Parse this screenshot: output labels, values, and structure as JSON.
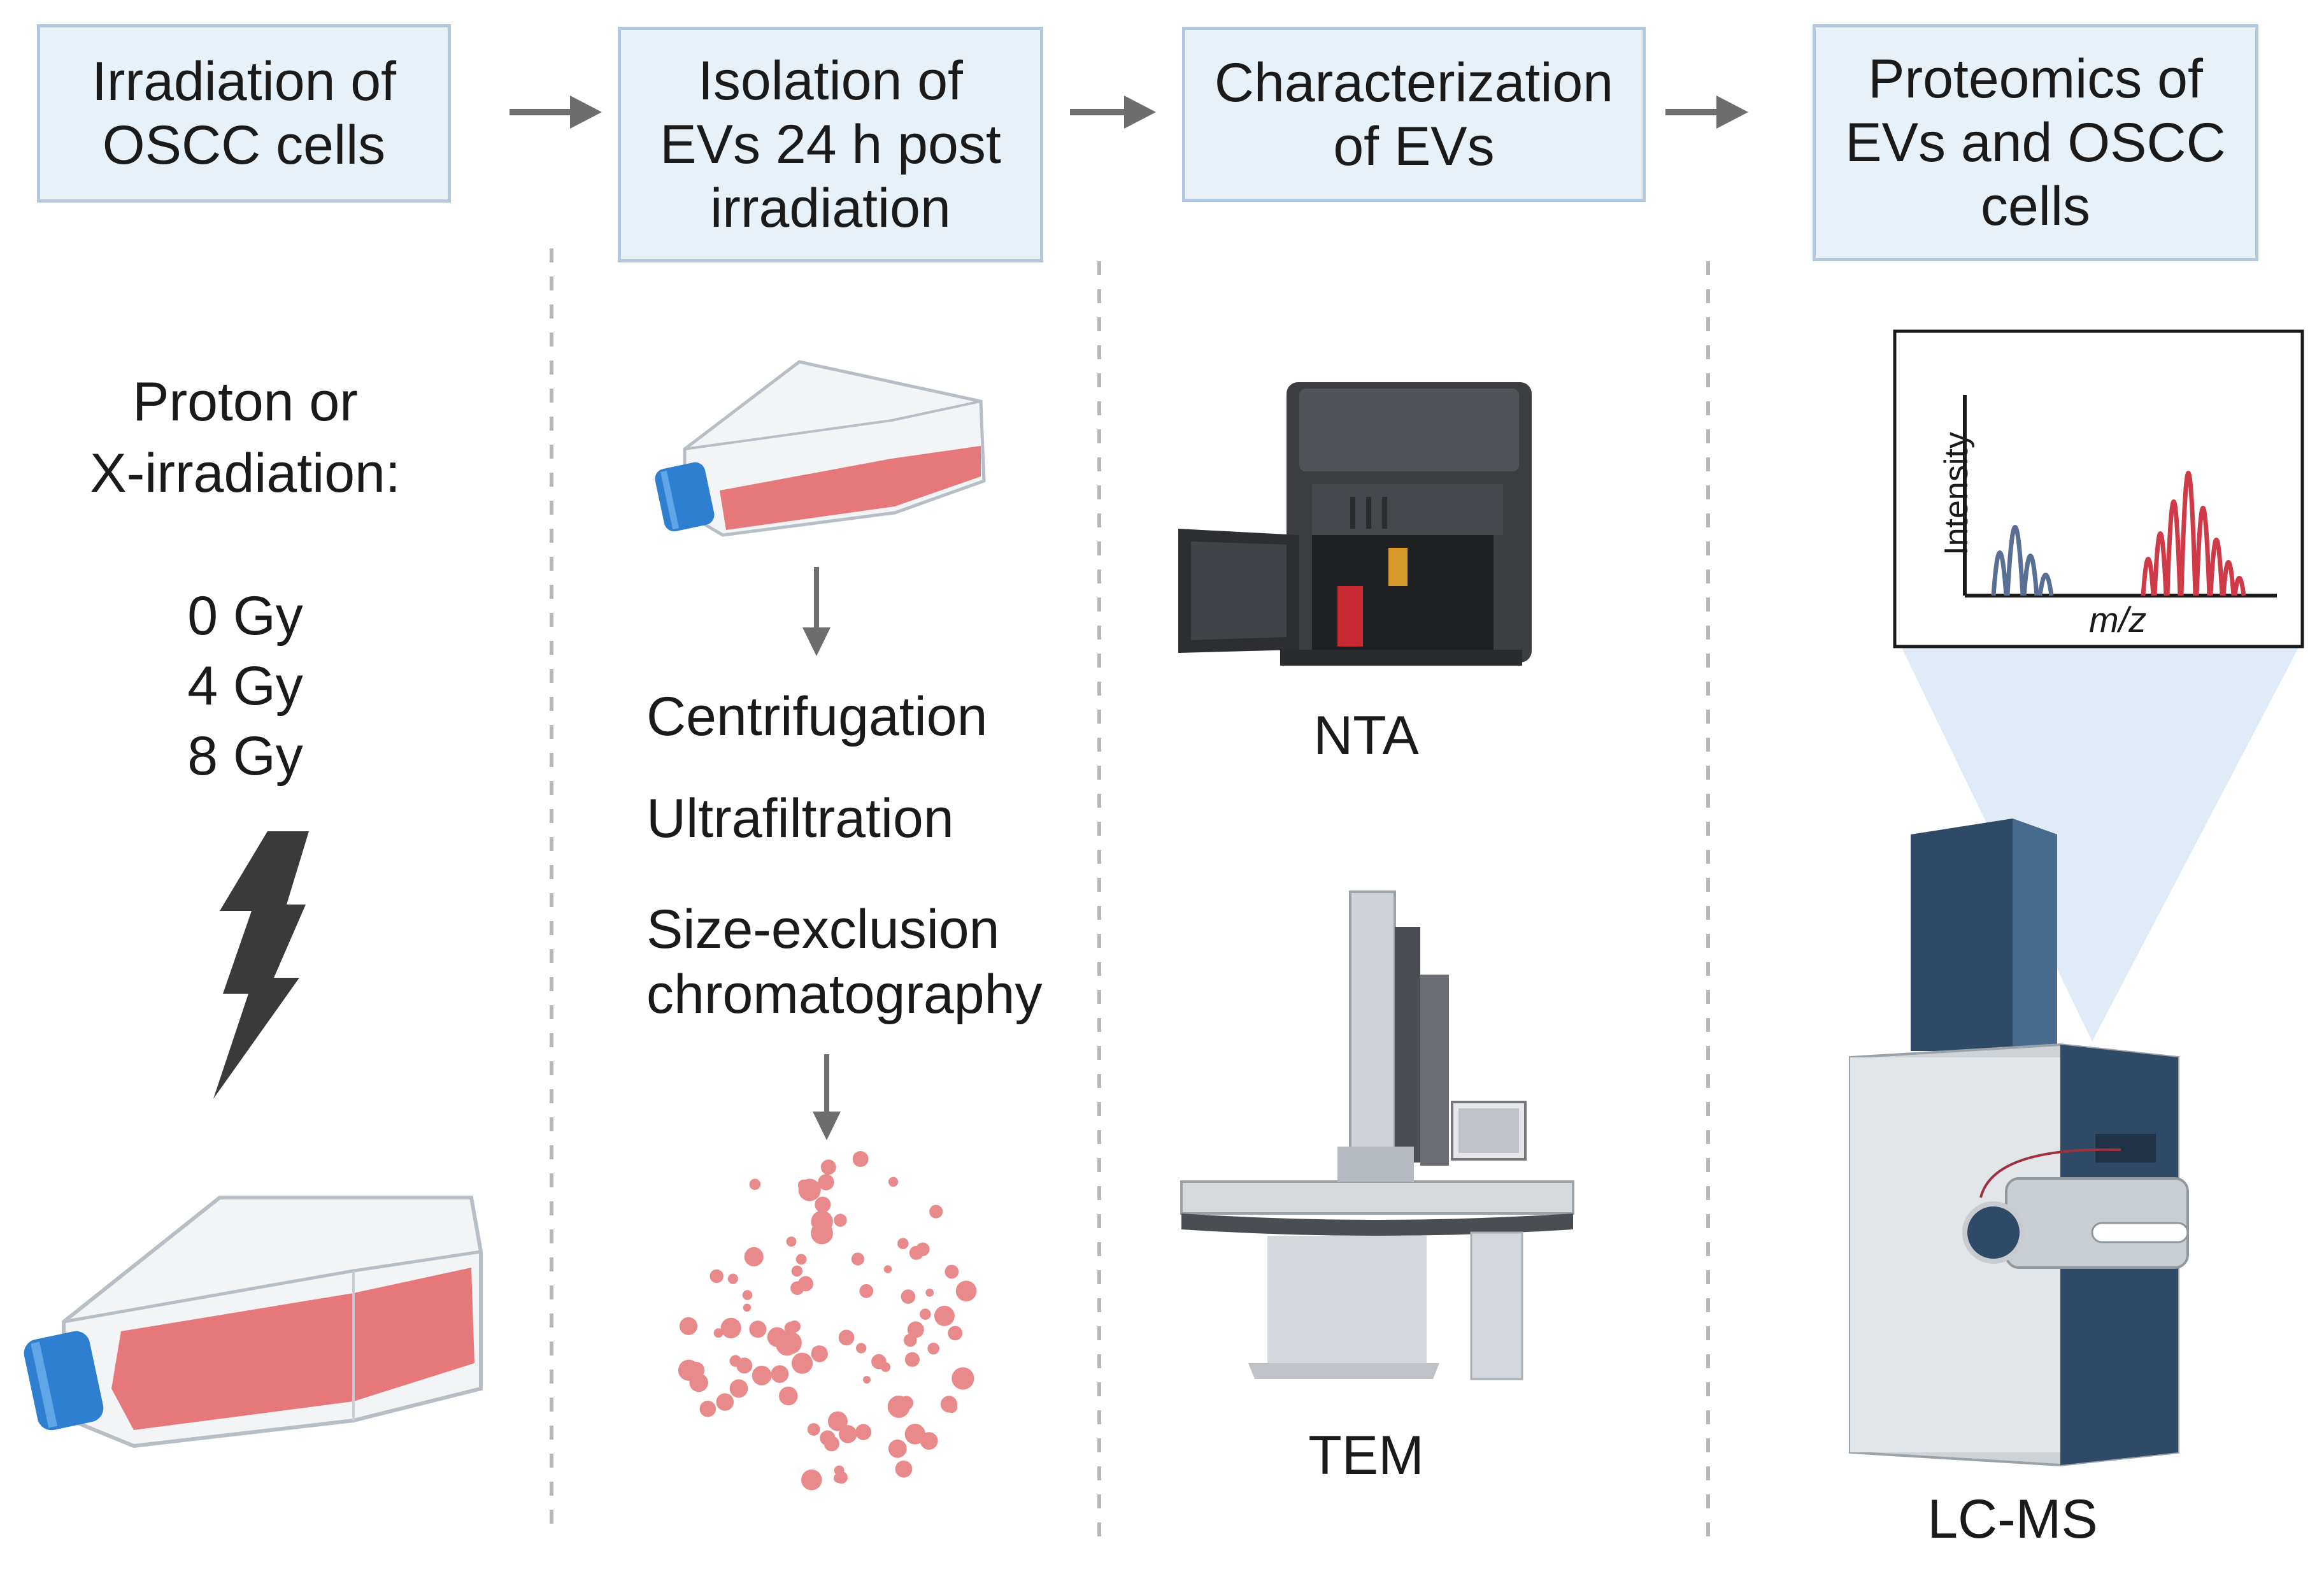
{
  "steps": [
    {
      "label": "Irradiation of\nOSCC cells"
    },
    {
      "label": "Isolation of\nEVs 24 h post\nirradiation"
    },
    {
      "label": "Characterization\nof EVs"
    },
    {
      "label": "Proteomics of\nEVs and OSCC\ncells"
    }
  ],
  "irradiation": {
    "heading": "Proton or\nX-irradiation:",
    "doses": [
      "0 Gy",
      "4 Gy",
      "8 Gy"
    ]
  },
  "isolation": {
    "methods": [
      "Centrifugation",
      "Ultrafiltration",
      "Size-exclusion\nchromatography"
    ]
  },
  "characterization": {
    "nta_label": "NTA",
    "tem_label": "TEM"
  },
  "proteomics": {
    "spectrum_y_label": "Intensity",
    "spectrum_x_label": "m/z",
    "lcms_label": "LC-MS"
  },
  "colors": {
    "box_fill": "#e9f1f8",
    "box_border": "#b4c8dd",
    "arrow": "#6d6d6d",
    "flask_liquid": "#e46a6e",
    "flask_cap": "#2f7fd0",
    "ev_dots": "#e88a8c",
    "peak_blue": "#5b6f95",
    "peak_red": "#cf3a48",
    "bolt": "#3a3a3a"
  }
}
